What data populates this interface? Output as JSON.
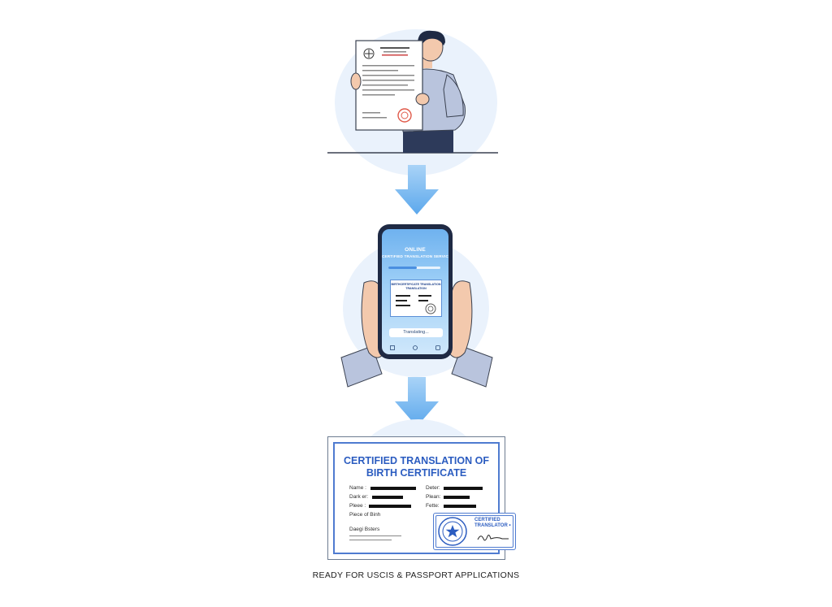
{
  "colors": {
    "accent": "#2b5cc0",
    "arrow": "#6fb2ef",
    "circle_bg": "#eaf2fc",
    "seal_red": "#e05a4a"
  },
  "phone_screen": {
    "title_line1": "ONLINE",
    "title_line2": "CERTIFIED TRANSLATION SERVICE",
    "progress": 0.55,
    "doc_title_line1": "BIRTHCERTIFICATE TRANSLATION",
    "doc_title_line2": "TRANSLATION",
    "status": "Translating..."
  },
  "certificate": {
    "title_line1": "CERTIFIED TRANSLATION OF",
    "title_line2": "BIRTH CERTIFICATE",
    "fields_left": [
      "Name :",
      "Dark er:",
      "Pleee :",
      "Piece of Binh"
    ],
    "fields_right": [
      "Deter:",
      "Plean:",
      "Fette:"
    ],
    "signature_label": "Daegi Bsters",
    "stamp_line1": "CERTIFIED",
    "stamp_line2": "TRANSLATOR •"
  },
  "caption": "READY FOR USCIS & PASSPORT APPLICATIONS",
  "icons": [
    "person-holding-document",
    "down-arrow-icon",
    "phone-in-hands",
    "star-seal-icon",
    "signature-icon"
  ]
}
